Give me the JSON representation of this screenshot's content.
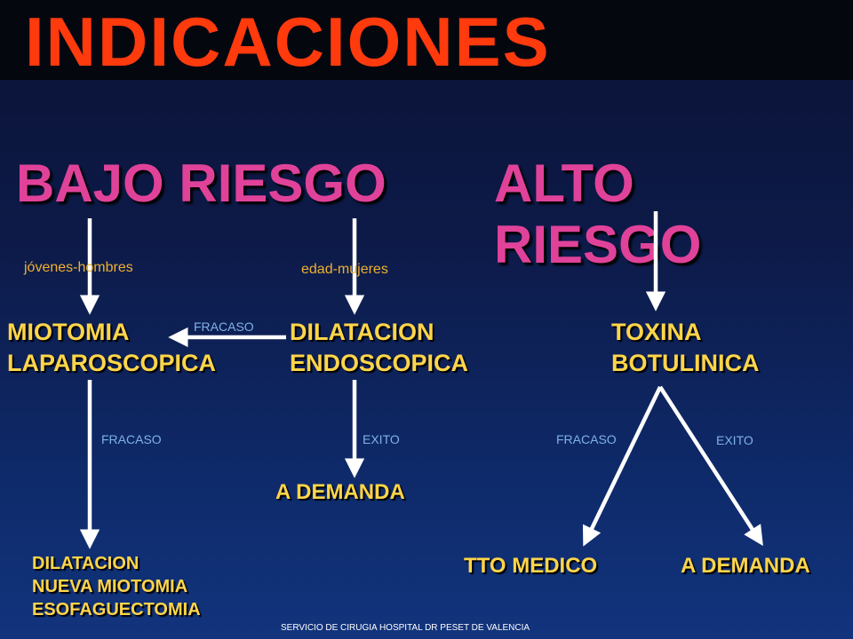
{
  "title": "INDICACIONES",
  "left_heading": "BAJO RIESGO",
  "right_heading": "ALTO RIESGO",
  "labels": {
    "young_men": "jóvenes-hombres",
    "age_women": "edad-mujeres",
    "fracaso_dilat": "FRACASO",
    "fracaso_miot": "FRACASO",
    "exito_dilat": "EXITO",
    "fracaso_tox": "FRACASO",
    "exito_tox": "EXITO"
  },
  "nodes": {
    "miotomia": [
      "MIOTOMIA",
      "LAPAROSCOPICA"
    ],
    "dilatacion": [
      "DILATACION",
      "ENDOSCOPICA"
    ],
    "toxina": [
      "TOXINA",
      "BOTULINICA"
    ],
    "a_demanda_center": "A DEMANDA",
    "failure_options": [
      "DILATACION",
      "NUEVA MIOTOMIA",
      "ESOFAGUECTOMIA"
    ],
    "tto_medico": "TTO MEDICO",
    "a_demanda_right": "A DEMANDA"
  },
  "footer": "SERVICIO DE CIRUGIA HOSPITAL DR PESET DE VALENCIA"
}
